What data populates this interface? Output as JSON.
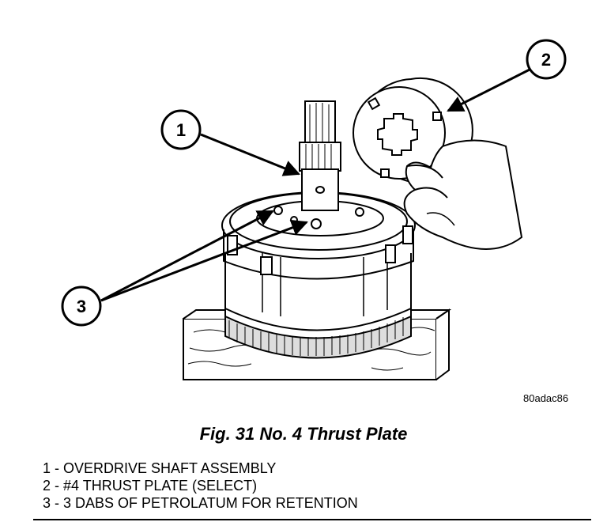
{
  "figure": {
    "callouts": [
      "1",
      "2",
      "3"
    ],
    "image_code": "80adac86",
    "caption": "Fig. 31 No. 4 Thrust Plate",
    "legend": [
      "1 - OVERDRIVE SHAFT ASSEMBLY",
      "2 - #4 THRUST PLATE (SELECT)",
      "3 - 3 DABS OF PETROLATUM FOR RETENTION"
    ]
  }
}
